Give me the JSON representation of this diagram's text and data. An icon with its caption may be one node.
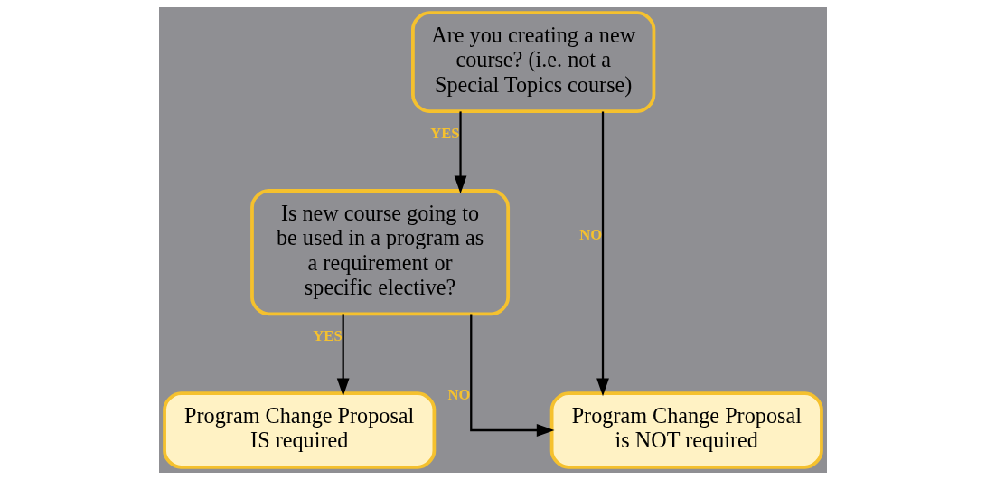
{
  "diagram": {
    "nodes": [
      {
        "text": [
          "Are you creating a new course? (i.e. not a Special Topics course)"
        ]
      },
      {
        "text": [
          "Is new course going to be used in a program as a requirement or specific elective?"
        ]
      },
      {
        "text": [
          "Program Change Proposal IS required"
        ]
      },
      {
        "text": [
          "Program Change Proposal is NOT required"
        ]
      }
    ],
    "edges": [
      {
        "from": 0,
        "to": 1,
        "arrow": "to",
        "label": "YES"
      },
      {
        "from": 0,
        "to": 3,
        "arrow": "to",
        "label": "NO"
      },
      {
        "from": 1,
        "to": 2,
        "arrow": "to",
        "label": "YES"
      },
      {
        "from": 1,
        "to": 3,
        "arrow": "to",
        "label": "NO"
      }
    ]
  }
}
